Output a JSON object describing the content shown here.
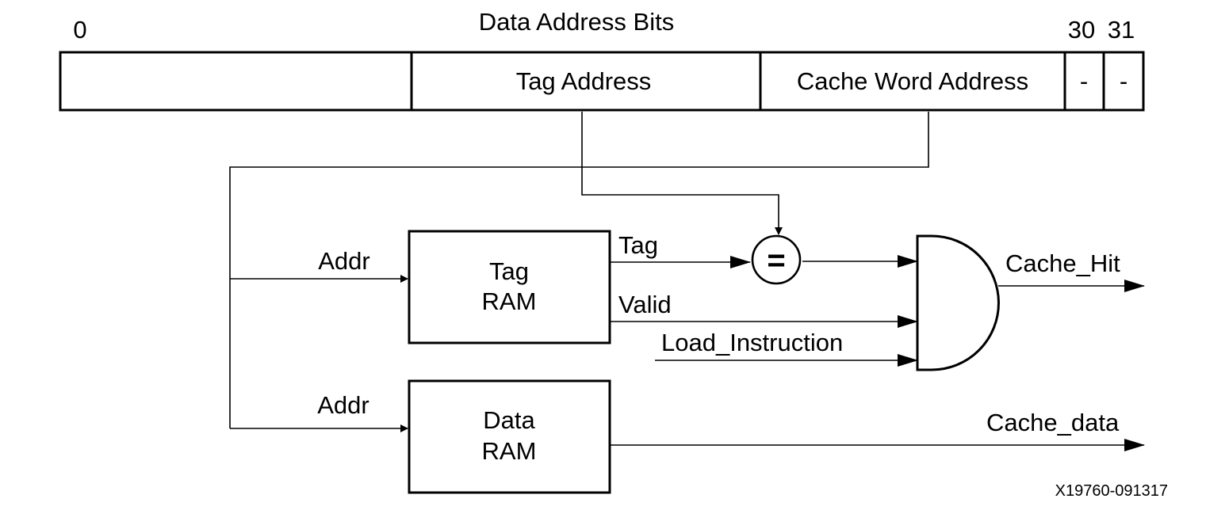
{
  "address_bar": {
    "title": "Data Address Bits",
    "bit_start": "0",
    "bit_30": "30",
    "bit_31": "31",
    "fields": {
      "high": "",
      "tag": "Tag Address",
      "word": "Cache Word Address",
      "bit30": "-",
      "bit31": "-"
    }
  },
  "tag_ram": {
    "line1": "Tag",
    "line2": "RAM",
    "addr_label": "Addr"
  },
  "data_ram": {
    "line1": "Data",
    "line2": "RAM",
    "addr_label": "Addr"
  },
  "signals": {
    "tag": "Tag",
    "valid": "Valid",
    "load_instruction": "Load_Instruction",
    "cache_hit": "Cache_Hit",
    "cache_data": "Cache_data"
  },
  "comparator_symbol": "=",
  "figure_id": "X19760-091317"
}
